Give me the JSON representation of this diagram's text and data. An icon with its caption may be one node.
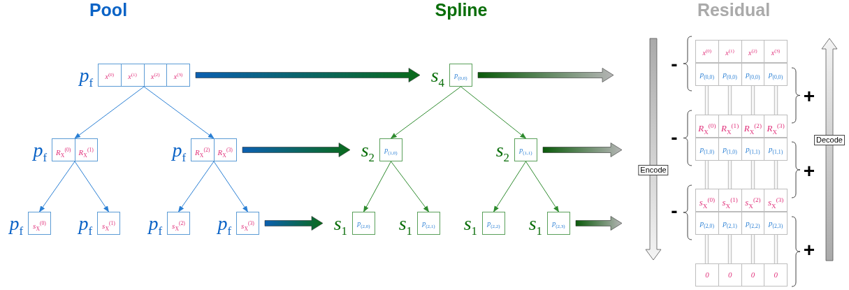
{
  "diagram": {
    "nodes": [
      {
        "text": [
          "x$^{(0)}$",
          "x$^{(1)}$",
          "x$^{(2)}$",
          "x$^{(3)}$"
        ],
        "beside": [
          "p$_{f}$"
        ]
      },
      {
        "text": [
          "R$_{X}$$^{(0)}$",
          "R$_{X}$$^{(1)}$"
        ],
        "beside": [
          "p$_{f}$"
        ]
      },
      {
        "text": [
          "R$_{X}$$^{(2)}$",
          "R$_{X}$$^{(3)}$"
        ],
        "beside": [
          "p$_{f}$"
        ]
      },
      {
        "text": [
          "s$_{X}$$^{(0)}$"
        ],
        "beside": [
          "p$_{f}$"
        ]
      },
      {
        "text": [
          "s$_{X}$$^{(1)}$"
        ],
        "beside": [
          "p$_{f}$"
        ]
      },
      {
        "text": [
          "s$_{X}$$^{(2)}$"
        ],
        "beside": [
          "p$_{f}$"
        ]
      },
      {
        "text": [
          "s$_{X}$$^{(3)}$"
        ],
        "beside": [
          "p$_{f}$"
        ]
      },
      {
        "text": [
          "p$_{(0,0)}$"
        ],
        "beside": [
          "s$_{4}$"
        ]
      },
      {
        "text": [
          "p$_{(1,0)}$"
        ],
        "beside": [
          "s$_{2}$"
        ]
      },
      {
        "text": [
          "p$_{(1,1)}$"
        ],
        "beside": [
          "s$_{2}$"
        ]
      },
      {
        "text": [
          "p$_{(2,0)}$"
        ],
        "beside": [
          "s$_{1}$"
        ]
      },
      {
        "text": [
          "p$_{(2,1)}$"
        ],
        "beside": [
          "s$_{1}$"
        ]
      },
      {
        "text": [
          "p$_{(2,2)}$"
        ],
        "beside": [
          "s$_{1}$"
        ]
      },
      {
        "text": [
          "p$_{(2,3)}$"
        ],
        "beside": [
          "s$_{1}$"
        ]
      },
      {
        "text": [
          "x$^{(0)}$",
          "x$^{(1)}$",
          "x$^{(2)}$",
          "x$^{(3)}$"
        ]
      },
      {
        "text": [
          "p$_{(0,0)}$",
          "p$_{(0,0)}$",
          "p$_{(0,0)}$",
          "p$_{(0,0)}$"
        ]
      },
      {
        "text": [
          "R$_{X}$$^{(0)}$",
          "R$_{X}$$^{(1)}$",
          "R$_{X}$$^{(2)}$",
          "R$_{X}$$^{(3)}$"
        ]
      },
      {
        "text": [
          "p$_{(1,0)}$",
          "p$_{(1,0)}$",
          "p$_{(1,1)}$",
          "p$_{(1,1)}$"
        ]
      },
      {
        "text": [
          "s$_{X}$$^{(0)}$",
          "s$_{X}$$^{(1)}$",
          "s$_{X}$$^{(2)}$",
          "s$_{X}$$^{(3)}$"
        ]
      },
      {
        "text": [
          "p$_{(2,0)}$",
          "p$_{(2,1)}$",
          "p$_{(2,2)}$",
          "p$_{(2,3)}$"
        ]
      },
      {
        "text": [
          "0",
          "0",
          "0",
          "0"
        ]
      }
    ],
    "edges": [
      {
        "from": 0,
        "to": 1,
        "arrow": "to",
        "color": "#2a7fd4"
      },
      {
        "from": 0,
        "to": 2,
        "arrow": "to",
        "color": "#2a7fd4"
      },
      {
        "from": 1,
        "to": 3,
        "arrow": "to",
        "color": "#2a7fd4"
      },
      {
        "from": 1,
        "to": 4,
        "arrow": "to",
        "color": "#2a7fd4"
      },
      {
        "from": 2,
        "to": 5,
        "arrow": "to",
        "color": "#2a7fd4"
      },
      {
        "from": 2,
        "to": 6,
        "arrow": "to",
        "color": "#2a7fd4"
      },
      {
        "from": 7,
        "to": 8,
        "arrow": "to",
        "color": "#2e8b2e"
      },
      {
        "from": 7,
        "to": 9,
        "arrow": "to",
        "color": "#2e8b2e"
      },
      {
        "from": 8,
        "to": 10,
        "arrow": "to",
        "color": "#2e8b2e"
      },
      {
        "from": 8,
        "to": 11,
        "arrow": "to",
        "color": "#2e8b2e"
      },
      {
        "from": 9,
        "to": 12,
        "arrow": "to",
        "color": "#2e8b2e"
      },
      {
        "from": 9,
        "to": 13,
        "arrow": "to",
        "color": "#2e8b2e"
      },
      {
        "from": 15,
        "to": 16,
        "arrow": "none",
        "color": "#c8c8c8"
      },
      {
        "from": 17,
        "to": 18,
        "arrow": "none",
        "color": "#c8c8c8"
      },
      {
        "from": 19,
        "to": 20,
        "arrow": "none",
        "color": "#c8c8c8"
      },
      {
        "from": 0,
        "to": 7,
        "arrow": "to",
        "style": "thick",
        "color": "#0b5fb0"
      },
      {
        "from": 2,
        "to": 8,
        "arrow": "to",
        "style": "thick",
        "color": "#0b5fb0"
      },
      {
        "from": 6,
        "to": 10,
        "arrow": "to",
        "style": "thick",
        "color": "#0b5fb0"
      },
      {
        "from": 7,
        "to": null,
        "arrow": "to",
        "style": "thick",
        "color": "#0a5a0a"
      },
      {
        "from": 9,
        "to": null,
        "arrow": "to",
        "style": "thick",
        "color": "#0a5a0a"
      },
      {
        "from": 13,
        "to": null,
        "arrow": "to",
        "style": "thick",
        "color": "#0a5a0a"
      }
    ],
    "labels": [
      "Pool",
      "Spline",
      "Residual",
      "-",
      "+",
      "-",
      "+",
      "-",
      "+",
      "Encode",
      "Decode"
    ]
  }
}
